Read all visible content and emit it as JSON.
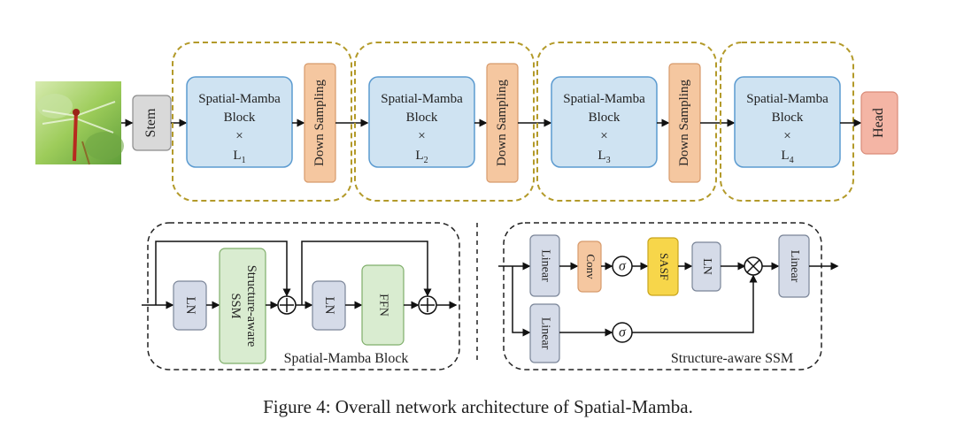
{
  "diagram": {
    "stem_label": "Stem",
    "head_label": "Head",
    "stage_block_line1": "Spatial-Mamba",
    "stage_block_line2": "Block",
    "times": "×",
    "stages": [
      {
        "repeat_var": "L",
        "repeat_sub": "1",
        "downsample": "Down Sampling"
      },
      {
        "repeat_var": "L",
        "repeat_sub": "2",
        "downsample": "Down Sampling"
      },
      {
        "repeat_var": "L",
        "repeat_sub": "3",
        "downsample": "Down Sampling"
      },
      {
        "repeat_var": "L",
        "repeat_sub": "4",
        "downsample": ""
      }
    ],
    "block": {
      "title": "Spatial-Mamba Block",
      "ln1": "LN",
      "ssm_line1": "Structure-aware",
      "ssm_line2": "SSM",
      "ln2": "LN",
      "ffn": "FFN"
    },
    "ssm": {
      "title": "Structure-aware SSM",
      "linear_top": "Linear",
      "linear_bottom": "Linear",
      "conv": "Conv",
      "sigma": "σ",
      "sasf": "SASF",
      "ln": "LN",
      "linear_out": "Linear"
    },
    "colors": {
      "stage_outline": "#b39a2a",
      "block_fill": "#cfe3f2",
      "block_stroke": "#5c9bd0",
      "downsample_fill": "#f5c7a0",
      "stem_fill": "#d9d9d9",
      "head_fill": "#f4b5a5",
      "ln_fill": "#d5dbe8",
      "ssm_fill": "#d9ecd0",
      "ffn_fill": "#d9ecd0",
      "conv_fill": "#f5c7a0",
      "sasf_fill": "#f7d64a"
    }
  },
  "caption": "Figure 4: Overall network architecture of Spatial-Mamba."
}
